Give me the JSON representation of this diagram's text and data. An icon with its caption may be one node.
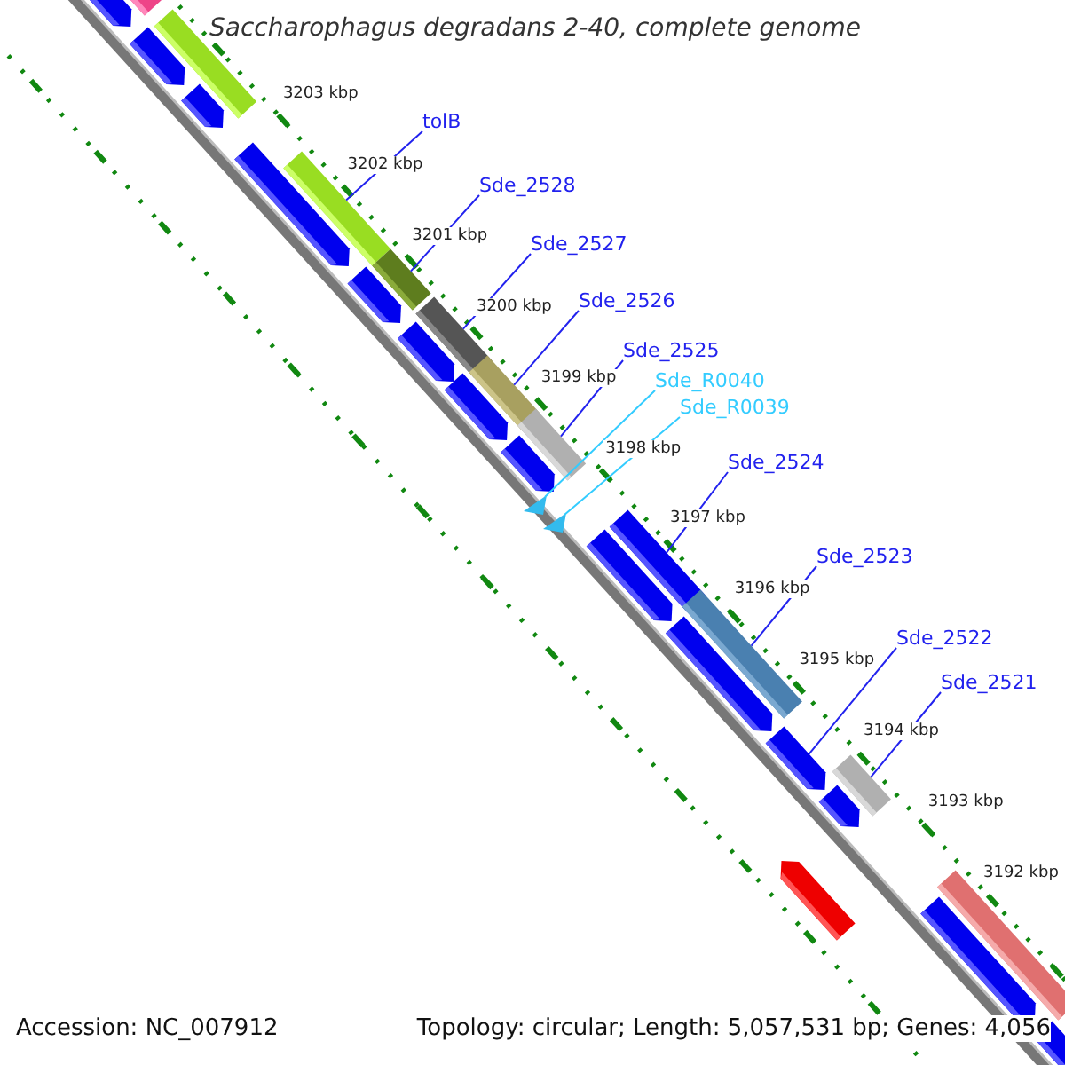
{
  "diagram": {
    "title": "Saccharophagus degradans 2-40, complete genome",
    "nodes": [
      {
        "text": [
          "tolB"
        ]
      },
      {
        "text": [
          "Sde_2528"
        ]
      },
      {
        "text": [
          "Sde_2527"
        ]
      },
      {
        "text": [
          "Sde_2526"
        ]
      },
      {
        "text": [
          "Sde_2525"
        ]
      },
      {
        "text": [
          "Sde_R0040"
        ]
      },
      {
        "text": [
          "Sde_R0039"
        ]
      },
      {
        "text": [
          "Sde_2524"
        ]
      },
      {
        "text": [
          "Sde_2523"
        ]
      },
      {
        "text": [
          "Sde_2522"
        ]
      },
      {
        "text": [
          "Sde_2521"
        ]
      },
      {
        "text": [],
        "shape": "bar"
      },
      {
        "text": [],
        "shape": "arrow"
      },
      {
        "text": [],
        "shape": "arrow"
      },
      {
        "text": [],
        "shape": "bar"
      },
      {
        "text": [],
        "shape": "arrow"
      },
      {
        "text": [],
        "shape": "arrow"
      },
      {
        "text": [],
        "shape": "bar"
      },
      {
        "text": [],
        "shape": "bar"
      },
      {
        "text": [],
        "shape": "arrow"
      },
      {
        "text": [],
        "shape": "bar"
      },
      {
        "text": [],
        "shape": "arrow"
      },
      {
        "text": [],
        "shape": "bar"
      },
      {
        "text": [],
        "shape": "arrow"
      },
      {
        "text": [],
        "shape": "bar"
      },
      {
        "text": [],
        "shape": "arrow"
      },
      {
        "text": [],
        "shape": "triangle"
      },
      {
        "text": [],
        "shape": "triangle"
      },
      {
        "text": [],
        "shape": "bar"
      },
      {
        "text": [],
        "shape": "arrow"
      },
      {
        "text": [],
        "shape": "bar"
      },
      {
        "text": [],
        "shape": "arrow"
      },
      {
        "text": [],
        "shape": "arrow"
      },
      {
        "text": [],
        "shape": "bar"
      },
      {
        "text": [],
        "shape": "arrow"
      },
      {
        "text": [],
        "shape": "arrow"
      },
      {
        "text": [],
        "shape": "bar"
      },
      {
        "text": [],
        "shape": "arrow"
      },
      {
        "text": [],
        "shape": "arrow"
      }
    ],
    "edges": [
      {
        "from": 0,
        "to": 17,
        "arrow": "none"
      },
      {
        "from": 1,
        "to": 18,
        "arrow": "none"
      },
      {
        "from": 2,
        "to": 20,
        "arrow": "none"
      },
      {
        "from": 3,
        "to": 22,
        "arrow": "none"
      },
      {
        "from": 4,
        "to": 24,
        "arrow": "none"
      },
      {
        "from": 5,
        "to": 26,
        "arrow": "none",
        "color": "#33ccff"
      },
      {
        "from": 6,
        "to": 27,
        "arrow": "none",
        "color": "#33ccff"
      },
      {
        "from": 7,
        "to": 28,
        "arrow": "none"
      },
      {
        "from": 8,
        "to": 30,
        "arrow": "none"
      },
      {
        "from": 9,
        "to": 32,
        "arrow": "none"
      },
      {
        "from": 10,
        "to": 33,
        "arrow": "none"
      }
    ],
    "labels": [
      "3203 kbp",
      "3202 kbp",
      "3201 kbp",
      "3200 kbp",
      "3199 kbp",
      "3198 kbp",
      "3197 kbp",
      "3196 kbp",
      "3195 kbp",
      "3194 kbp",
      "3193 kbp",
      "3192 kbp",
      "Accession: NC_007912",
      "Topology: circular; Length: 5,057,531 bp; Genes: 4,056"
    ]
  }
}
